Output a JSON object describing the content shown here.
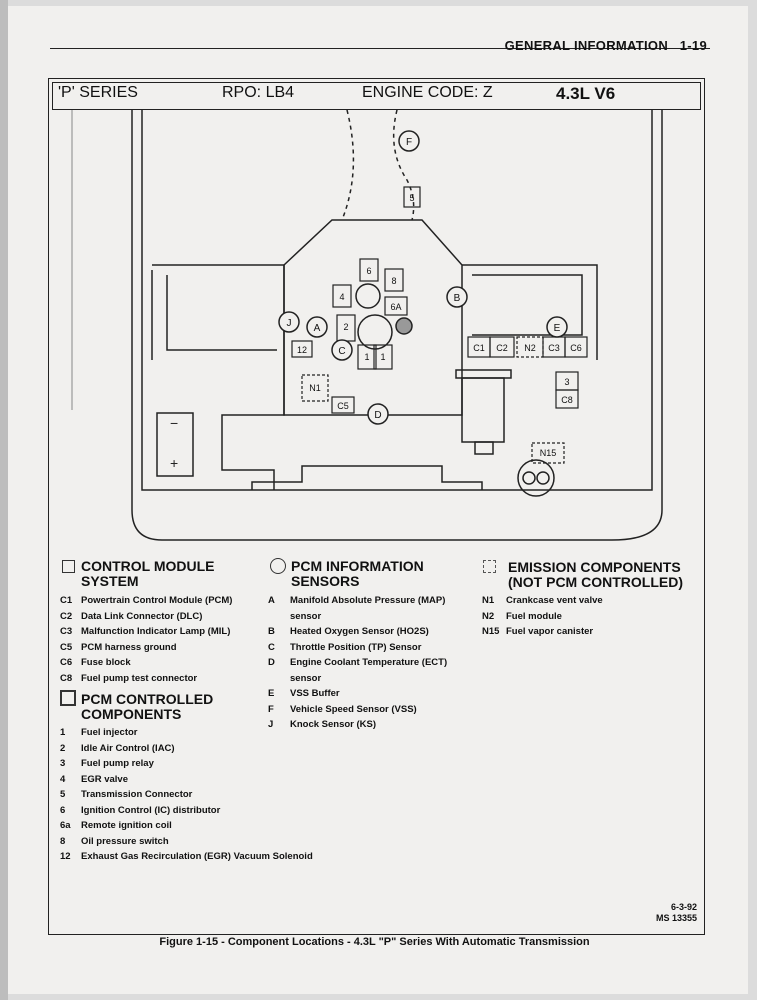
{
  "header": {
    "section": "GENERAL INFORMATION",
    "page": "1-19"
  },
  "title_bar": {
    "series": "'P' SERIES",
    "rpo": "RPO: LB4",
    "engine_code": "ENGINE CODE: Z",
    "engine": "4.3L  V6"
  },
  "diagram_labels": {
    "circled": [
      "A",
      "B",
      "C",
      "D",
      "E",
      "F",
      "J"
    ],
    "boxed": [
      "1",
      "1",
      "2",
      "3",
      "4",
      "5",
      "6",
      "6A",
      "8",
      "12",
      "C1",
      "C2",
      "C3",
      "C5",
      "C6",
      "C8"
    ],
    "dashed": [
      "N1",
      "N2",
      "N15"
    ]
  },
  "legend": {
    "control_module": {
      "title": "CONTROL MODULE\nSYSTEM",
      "items": [
        {
          "code": "C1",
          "text": "Powertrain Control Module (PCM)"
        },
        {
          "code": "C2",
          "text": "Data Link Connector (DLC)"
        },
        {
          "code": "C3",
          "text": "Malfunction Indicator Lamp (MIL)"
        },
        {
          "code": "C5",
          "text": "PCM harness ground"
        },
        {
          "code": "C6",
          "text": "Fuse block"
        },
        {
          "code": "C8",
          "text": "Fuel pump test connector"
        }
      ]
    },
    "pcm_controlled": {
      "title": "PCM CONTROLLED\nCOMPONENTS",
      "items": [
        {
          "code": "1",
          "text": "Fuel injector"
        },
        {
          "code": "2",
          "text": "Idle Air Control (IAC)"
        },
        {
          "code": "3",
          "text": "Fuel pump relay"
        },
        {
          "code": "4",
          "text": "EGR valve"
        },
        {
          "code": "5",
          "text": "Transmission Connector"
        },
        {
          "code": "6",
          "text": "Ignition Control (IC) distributor"
        },
        {
          "code": "6a",
          "text": "Remote ignition coil"
        },
        {
          "code": "8",
          "text": "Oil pressure switch"
        },
        {
          "code": "12",
          "text": "Exhaust Gas Recirculation (EGR) Vacuum Solenoid"
        }
      ]
    },
    "pcm_sensors": {
      "title": "PCM INFORMATION\nSENSORS",
      "items": [
        {
          "code": "A",
          "text": "Manifold Absolute Pressure (MAP)"
        },
        {
          "code": "",
          "text": "sensor"
        },
        {
          "code": "B",
          "text": "Heated Oxygen Sensor (HO2S)"
        },
        {
          "code": "C",
          "text": "Throttle Position (TP) Sensor"
        },
        {
          "code": "D",
          "text": "Engine Coolant Temperature (ECT)"
        },
        {
          "code": "",
          "text": "sensor"
        },
        {
          "code": "E",
          "text": "VSS Buffer"
        },
        {
          "code": "F",
          "text": "Vehicle Speed Sensor (VSS)"
        },
        {
          "code": "J",
          "text": "Knock Sensor (KS)"
        }
      ]
    },
    "emission": {
      "title": "EMISSION COMPONENTS\n(NOT PCM CONTROLLED)",
      "items": [
        {
          "code": "N1",
          "text": "Crankcase vent valve"
        },
        {
          "code": "N2",
          "text": "Fuel module"
        },
        {
          "code": "N15",
          "text": "Fuel vapor canister"
        }
      ]
    }
  },
  "doc_number": {
    "date": "6-3-92",
    "ms": "MS 13355"
  },
  "figure_caption": "Figure 1-15 - Component Locations - 4.3L \"P\" Series With Automatic Transmission"
}
